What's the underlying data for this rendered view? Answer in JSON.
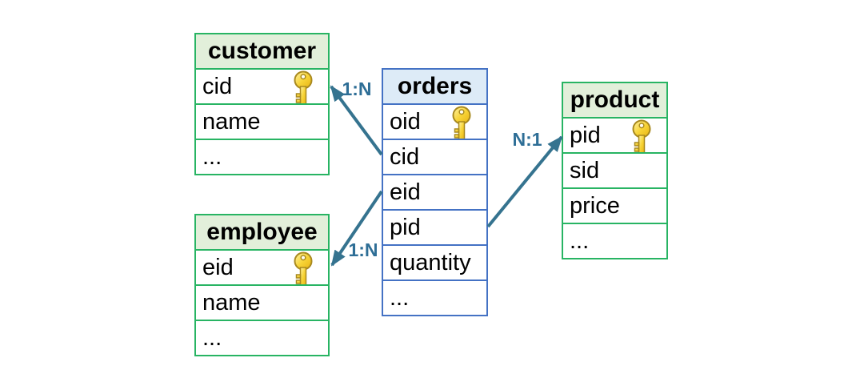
{
  "tables": {
    "customer": {
      "title": "customer",
      "fields": [
        {
          "name": "cid",
          "primary_key": true
        },
        {
          "name": "name",
          "primary_key": false
        },
        {
          "name": "...",
          "primary_key": false
        }
      ]
    },
    "orders": {
      "title": "orders",
      "fields": [
        {
          "name": "oid",
          "primary_key": true
        },
        {
          "name": "cid",
          "primary_key": false
        },
        {
          "name": "eid",
          "primary_key": false
        },
        {
          "name": "pid",
          "primary_key": false
        },
        {
          "name": "quantity",
          "primary_key": false
        },
        {
          "name": "...",
          "primary_key": false
        }
      ]
    },
    "employee": {
      "title": "employee",
      "fields": [
        {
          "name": "eid",
          "primary_key": true
        },
        {
          "name": "name",
          "primary_key": false
        },
        {
          "name": "...",
          "primary_key": false
        }
      ]
    },
    "product": {
      "title": "product",
      "fields": [
        {
          "name": "pid",
          "primary_key": true
        },
        {
          "name": "sid",
          "primary_key": false
        },
        {
          "name": "price",
          "primary_key": false
        },
        {
          "name": "...",
          "primary_key": false
        }
      ]
    }
  },
  "relationships": [
    {
      "label": "1:N",
      "from": "orders.cid",
      "to": "customer.cid"
    },
    {
      "label": "1:N",
      "from": "orders.eid",
      "to": "employee.eid"
    },
    {
      "label": "N:1",
      "from": "orders.pid",
      "to": "product.pid"
    }
  ],
  "icons": {
    "primary_key": "key-icon"
  },
  "colors": {
    "green_table_border": "#28B463",
    "green_header_fill": "#E2EFDA",
    "blue_table_border": "#4472C4",
    "blue_header_fill": "#DDEBF7",
    "arrow": "#35738F",
    "relationship_label": "#2E6E96",
    "key_gold": "#F2C41D",
    "text": "#000000",
    "background": "#FFFFFF"
  }
}
